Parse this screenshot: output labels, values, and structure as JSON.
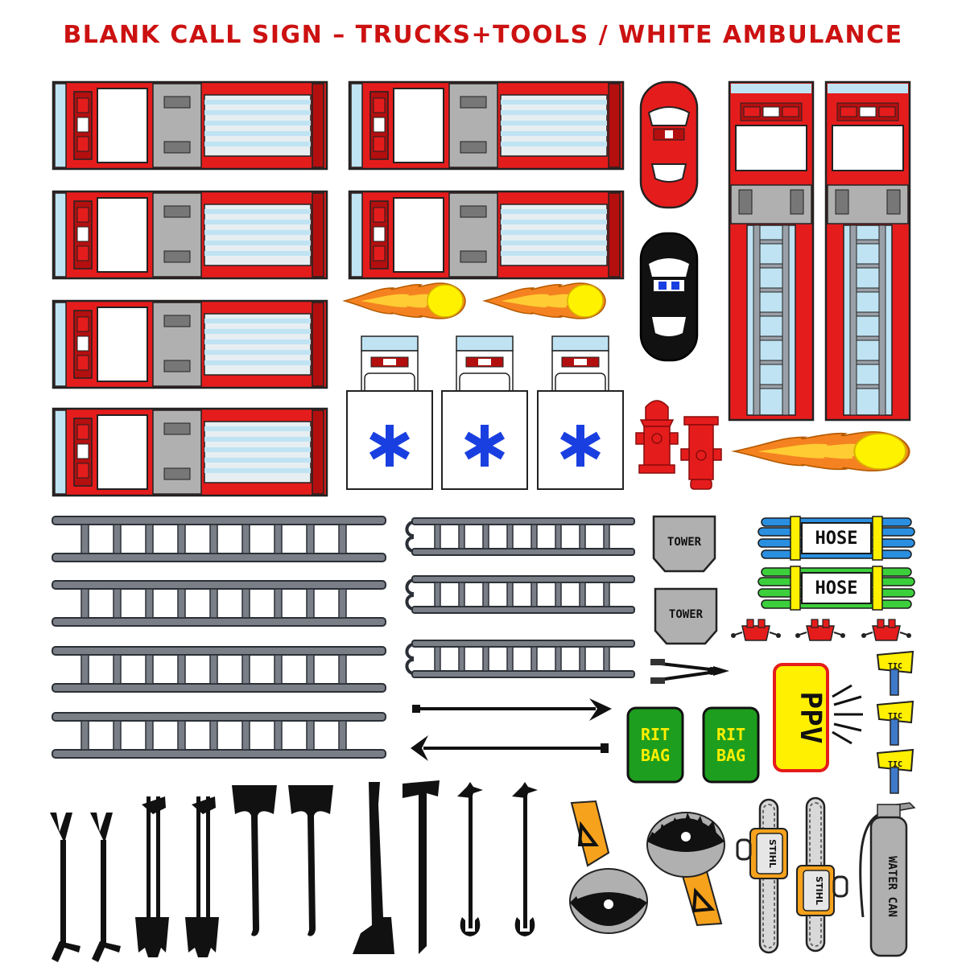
{
  "title": "BLANK CALL SIGN – TRUCKS+TOOLS / WHITE AMBULANCE",
  "labels": {
    "tower": "TOWER",
    "hose": "HOSE",
    "rit_line1": "RIT",
    "rit_line2": "BAG",
    "ppv": "PPV",
    "tic": "TIC",
    "stihl": "STIHL",
    "water_can": "WATER CAN"
  },
  "colors": {
    "red": "#e51c1c",
    "dark_red": "#b40f0f",
    "gray": "#b0b0b0",
    "ladder_gray": "#7a7f87",
    "light_blue": "#bfe3f2",
    "star_blue": "#1a3fe0",
    "hose_blue": "#2a8fe0",
    "hose_green": "#3ccf3c",
    "bag_green": "#1e9e1e",
    "ppv_yellow": "#ffef00",
    "saw_orange": "#f6a21c",
    "flame_yellow": "#fff200",
    "flame_orange": "#f58220"
  },
  "icons": [
    "engine-icon",
    "ladder-truck-icon",
    "car-icon",
    "police-car-icon",
    "ambulance-icon",
    "hydrant-icon",
    "flame-icon",
    "ladder-icon",
    "hook-ladder-icon",
    "hose-icon",
    "nozzle-icon",
    "bolt-cutter-icon",
    "pike-pole-icon",
    "axe-icon",
    "halligan-icon",
    "rotary-saw-icon",
    "chainsaw-icon",
    "extinguisher-icon"
  ]
}
